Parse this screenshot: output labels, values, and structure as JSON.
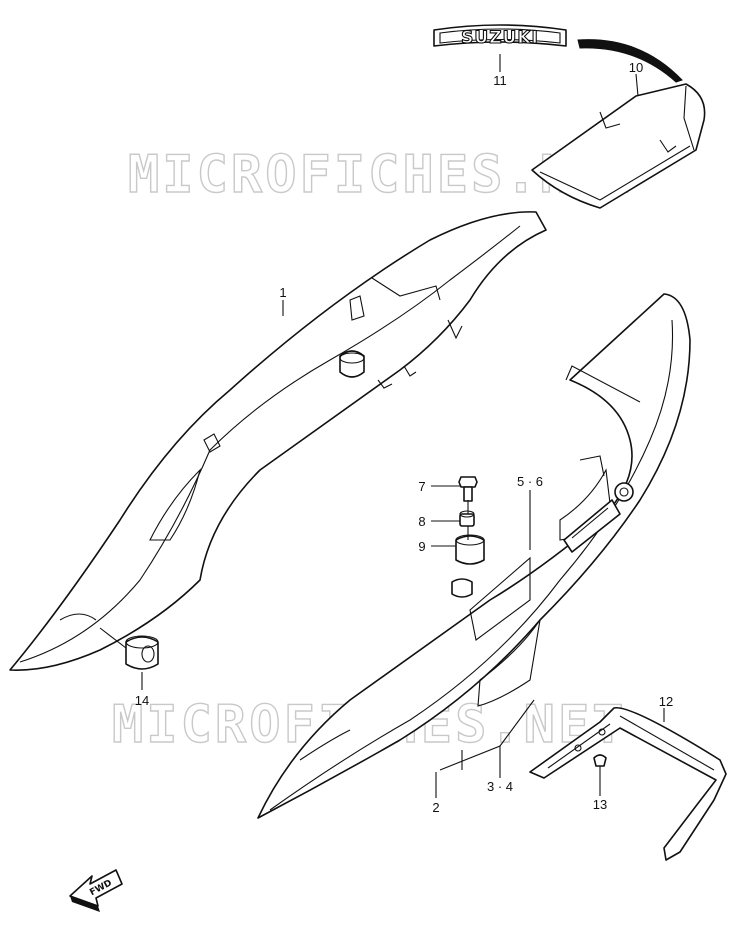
{
  "watermark": {
    "text": "MICROFICHES.NET"
  },
  "badge": {
    "text": "SUZUKI"
  },
  "direction_marker": {
    "text": "FWD"
  },
  "callouts": [
    {
      "id": "c1",
      "label": "1"
    },
    {
      "id": "c2",
      "label": "2"
    },
    {
      "id": "c34",
      "label": "3 · 4"
    },
    {
      "id": "c56",
      "label": "5 · 6"
    },
    {
      "id": "c7",
      "label": "7"
    },
    {
      "id": "c8",
      "label": "8"
    },
    {
      "id": "c9",
      "label": "9"
    },
    {
      "id": "c10",
      "label": "10"
    },
    {
      "id": "c11",
      "label": "11"
    },
    {
      "id": "c12",
      "label": "12"
    },
    {
      "id": "c13",
      "label": "13"
    },
    {
      "id": "c14",
      "label": "14"
    }
  ]
}
